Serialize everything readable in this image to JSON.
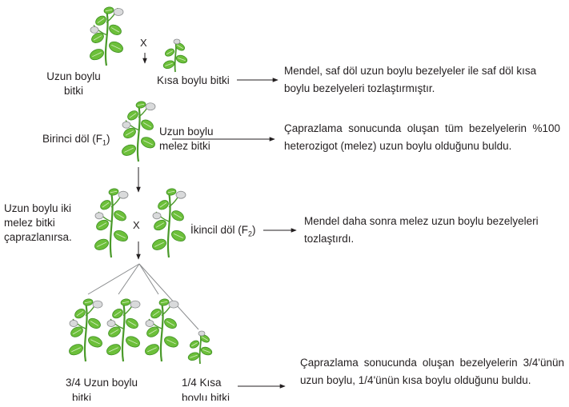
{
  "parents": {
    "tall_label_l1": "Uzun boylu",
    "tall_label_l2": "bitki",
    "cross_symbol": "X",
    "short_label": "Kısa boylu bitki",
    "note": "Mendel, saf döl uzun boylu bezelyeler ile saf döl kısa boylu bezelyeleri tozlaştırmıştır."
  },
  "f1": {
    "gen_label": "Birinci döl (F",
    "gen_sub": "1",
    "gen_close": ")",
    "hybrid_l1": "Uzun boylu",
    "hybrid_l2": "melez bitki",
    "note": "Çaprazlama sonucunda oluşan tüm bezelyelerin %100 heterozigot (melez) uzun boylu olduğunu bul­du."
  },
  "f2": {
    "left_l1": "Uzun boylu iki",
    "left_l2": "melez bitki",
    "left_l3": "çaprazlanırsa.",
    "cross_symbol": "X",
    "gen_label": "İkincil döl (F",
    "gen_sub": "2",
    "gen_close": ")",
    "note": "Mendel daha sonra melez uzun boylu bezelyele­ri tozlaştırdı."
  },
  "offspring": {
    "tall_l1": "3/4 Uzun boylu",
    "tall_l2": "bitki",
    "short_l1": "1/4 Kısa",
    "short_l2": "boylu bitki",
    "note": "Çaprazlama sonucunda oluşan bezelyelerin 3/4'ünün uzun boylu, 1/4'ünün kısa boylu oldu­ğunu buldu."
  }
}
